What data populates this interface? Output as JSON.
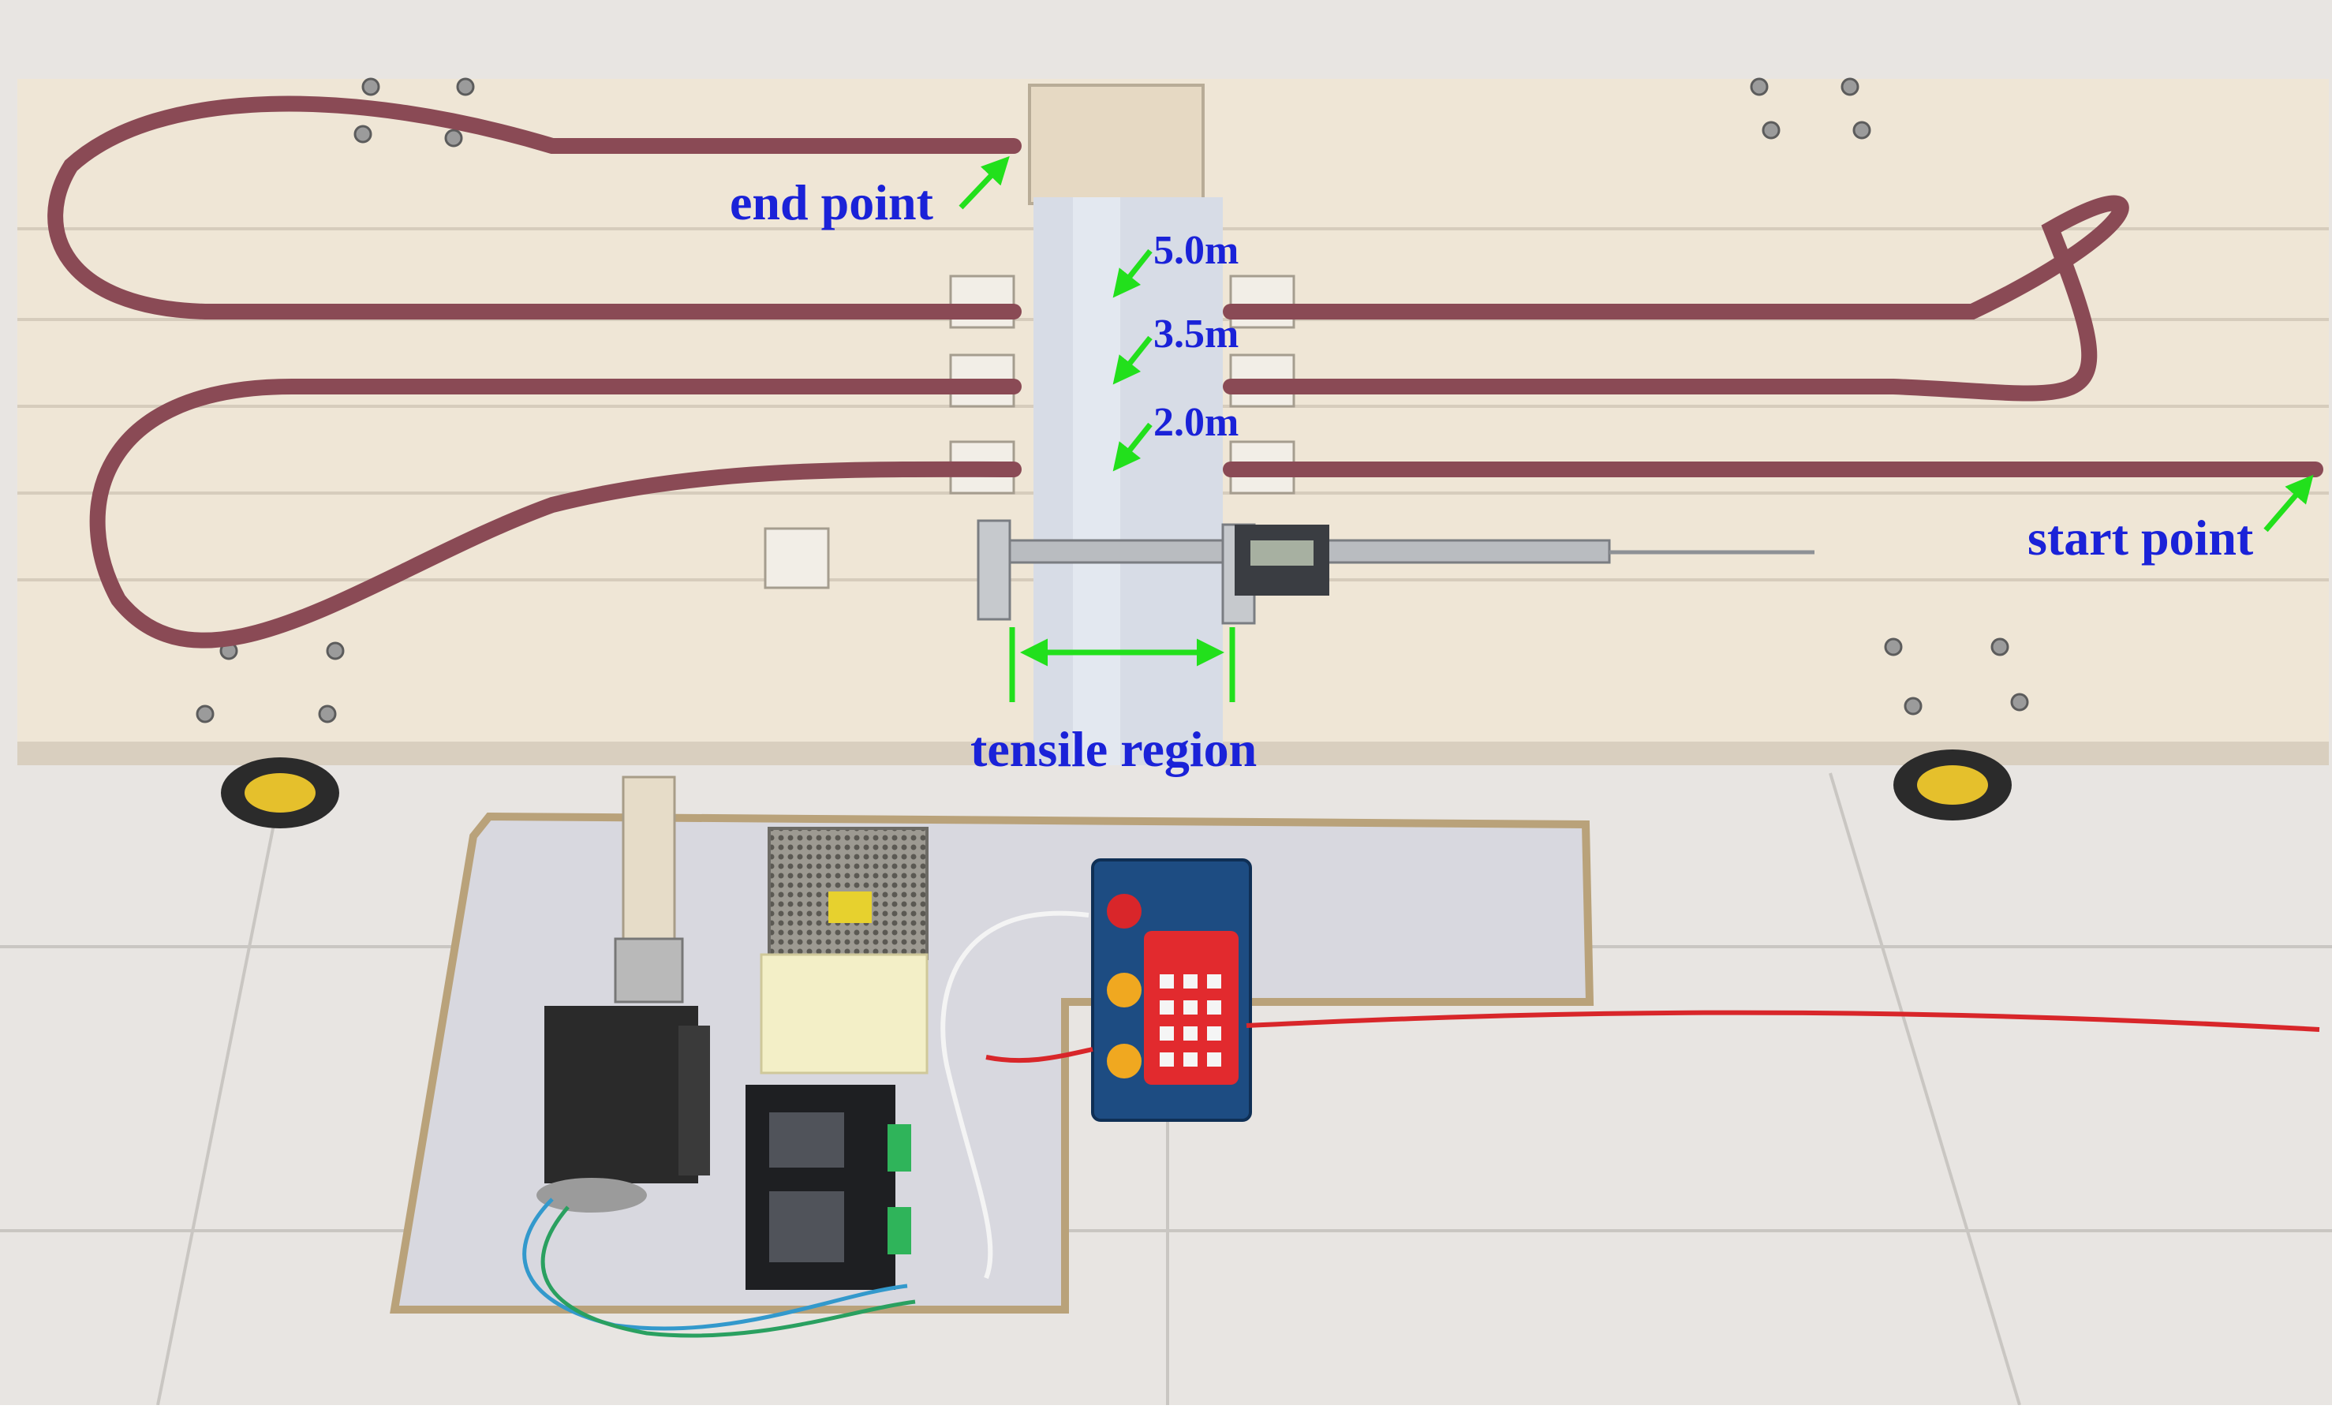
{
  "labels": {
    "end_point": "end point",
    "start_point": "start point",
    "length_5": "5.0m",
    "length_35": "3.5m",
    "length_2": "2.0m",
    "tensile_region": "tensile region"
  },
  "colors": {
    "label_text": "#1a22d8",
    "arrow": "#22e01c",
    "tube": "#8a4a55",
    "board": "#efe6d6",
    "floor": "#e9e6e3",
    "red_wire": "#d8262a"
  },
  "icons": {
    "end_arrow": "arrow-up-right-icon",
    "start_arrow": "arrow-up-right-icon",
    "marker_arrow": "arrow-down-left-icon",
    "tensile_arrow": "double-arrow-horizontal-icon"
  }
}
